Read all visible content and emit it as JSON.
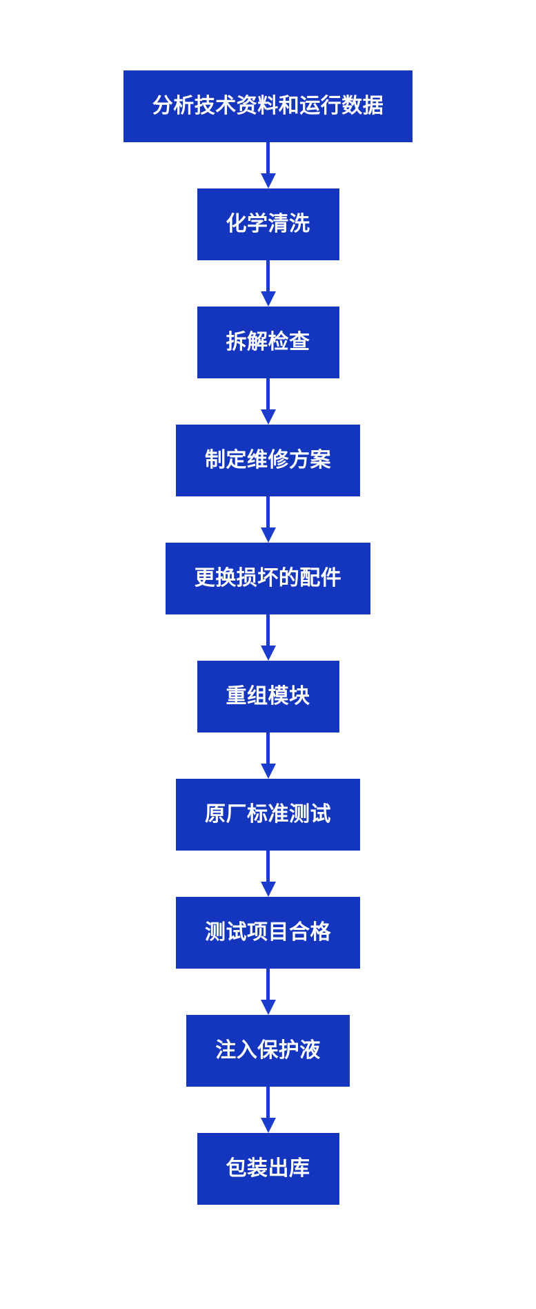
{
  "flowchart": {
    "type": "flowchart",
    "direction": "top-down",
    "background_color": "#ffffff",
    "box_fill_color": "#1435BD",
    "arrow_color": "#1A3BCC",
    "text_color": "#ffffff",
    "steps": [
      {
        "label": "分析技术资料和运行数据"
      },
      {
        "label": "化学清洗"
      },
      {
        "label": "拆解检查"
      },
      {
        "label": "制定维修方案"
      },
      {
        "label": "更换损坏的配件"
      },
      {
        "label": "重组模块"
      },
      {
        "label": "原厂标准测试"
      },
      {
        "label": "测试项目合格"
      },
      {
        "label": "注入保护液"
      },
      {
        "label": "包装出库"
      }
    ]
  }
}
